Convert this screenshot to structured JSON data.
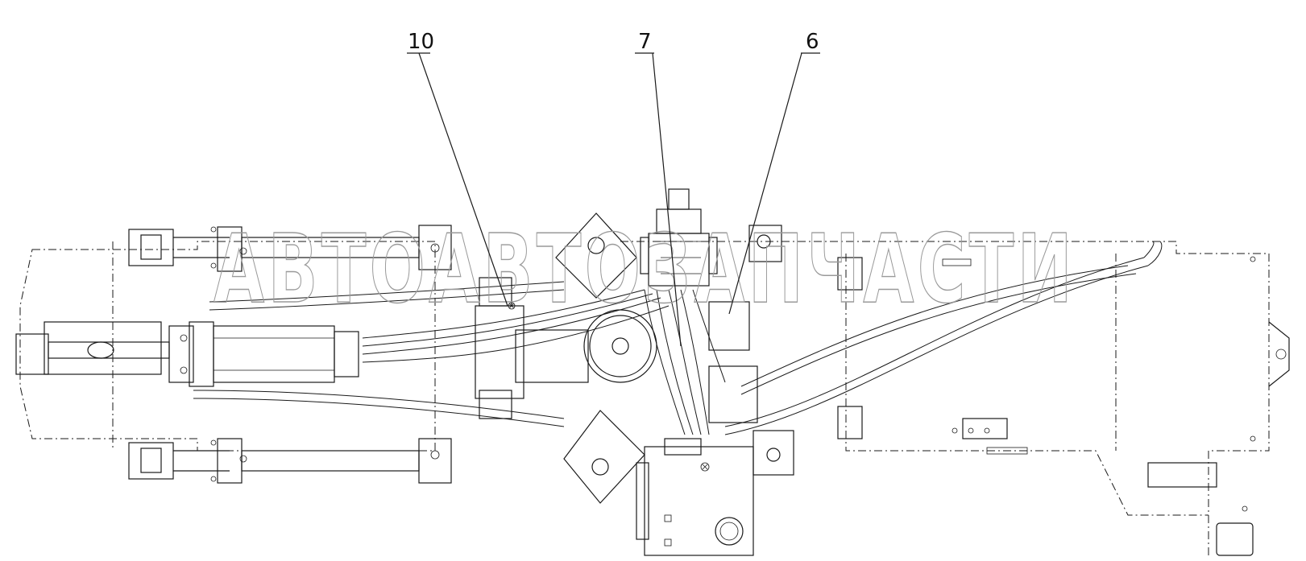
{
  "callouts": [
    {
      "id": "10",
      "label": "10"
    },
    {
      "id": "7",
      "label": "7"
    },
    {
      "id": "6",
      "label": "6"
    }
  ],
  "watermark": {
    "text": "АВТОАВТОЗАПЧАСТИ"
  }
}
